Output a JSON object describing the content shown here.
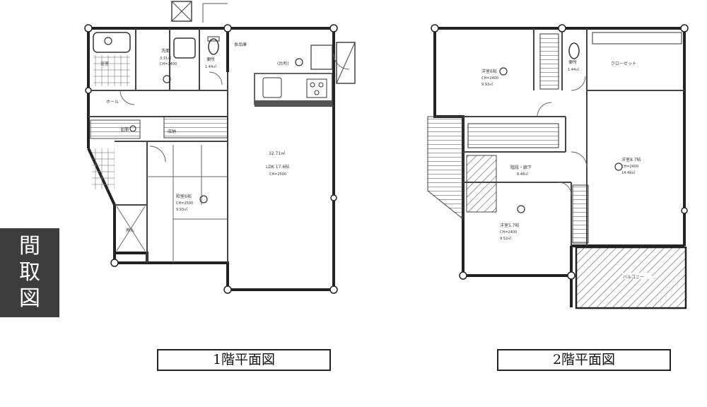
{
  "side_tab": {
    "chars": [
      "間",
      "取",
      "図"
    ]
  },
  "floor1": {
    "caption": "1階平面図",
    "rooms": {
      "bath": "浴室",
      "washroom": "洗面",
      "washroom_area": "3.31㎡",
      "washroom_ch": "CH=2400",
      "toilet": "便所",
      "toilet_area": "1.44㎡",
      "pantry": "食品庫",
      "kitchen": "(台所)",
      "hall": "ホール",
      "entrance": "玄関",
      "storage": "収納",
      "closet": "押入",
      "ldk_area": "32.71㎡",
      "ldk": "LDK 17.6帖",
      "ldk_ch": "CH=2500",
      "washitsu": "和室6帖",
      "washitsu_ch": "CH=2500",
      "washitsu_area": "9.93㎡"
    }
  },
  "floor2": {
    "caption": "2階平面図",
    "rooms": {
      "room1": "洋室6帖",
      "room1_ch": "CH=2400",
      "room1_area": "9.93㎡",
      "toilet": "便所",
      "toilet_area": "1.44㎡",
      "closet": "クローゼット",
      "hall": "階段・廊下",
      "hall_area": "8.48㎡",
      "room2": "洋室8.7帖",
      "room2_ch": "CH=2400",
      "room2_area": "14.49㎡",
      "room3": "洋室5.7帖",
      "room3_ch": "CH=2400",
      "room3_area": "9.52㎡",
      "balcony": "バルコニー"
    }
  }
}
